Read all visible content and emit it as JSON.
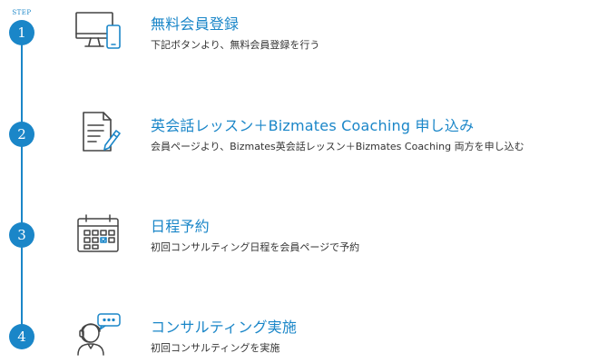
{
  "step_label": "STEP",
  "steps": [
    {
      "number": "1",
      "title": "無料会員登録",
      "description": "下記ボタンより、無料会員登録を行う",
      "icon": "computer-phone-icon"
    },
    {
      "number": "2",
      "title": "英会話レッスン＋Bizmates Coaching 申し込み",
      "description": "会員ページより、Bizmates英会話レッスン＋Bizmates Coaching 両方を申し込む",
      "icon": "document-pen-icon"
    },
    {
      "number": "3",
      "title": "日程予約",
      "description": "初回コンサルティング日程を会員ページで予約",
      "icon": "calendar-icon"
    },
    {
      "number": "4",
      "title": "コンサルティング実施",
      "description": "初回コンサルティングを実施",
      "icon": "headset-consultant-icon"
    }
  ],
  "colors": {
    "accent": "#1a86c8",
    "text": "#333333",
    "icon_stroke": "#444444"
  }
}
